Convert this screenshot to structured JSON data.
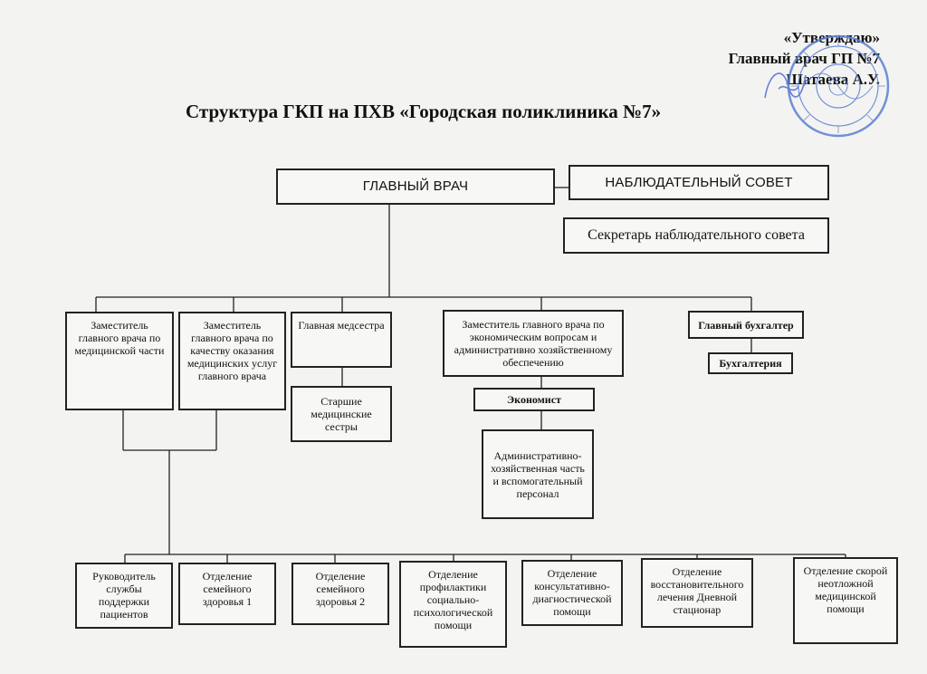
{
  "header": {
    "approve_line1": "«Утверждаю»",
    "approve_line2": "Главный врач ГП №7",
    "approve_line3": "Шатаева А.У."
  },
  "title": "Структура ГКП на ПХВ «Городская поликлиника №7»",
  "boxes": {
    "chief": "ГЛАВНЫЙ ВРАЧ",
    "board": "НАБЛЮДАТЕЛЬНЫЙ СОВЕТ",
    "secretary": "Секретарь наблюдательного совета",
    "dep_medical": "Заместитель главного врача по медицинской части",
    "dep_quality": "Заместитель главного врача по качеству оказания медицинских услуг главного врача",
    "head_nurse": "Главная медсестра",
    "senior_nurses": "Старшие медицинские сестры",
    "dep_econ": "Заместитель главного врача по экономическим вопросам и административно хозяйственному обеспечению",
    "economist": "Экономист",
    "admin_part": "Административно-хозяйственная часть и вспомогательный персонал",
    "chief_accountant": "Главный бухгалтер",
    "accounting": "Бухгалтерия"
  },
  "bottom": {
    "support_service": "Руководитель службы поддержки пациентов",
    "family_health_1": "Отделение семейного здоровья 1",
    "family_health_2": "Отделение семейного здоровья 2",
    "prevention": "Отделение профилактики социально-психологической помощи",
    "consult_diag": "Отделение консультативно-диагностической помощи",
    "rehab": "Отделение восстановительного лечения Дневной стационар",
    "emergency": "Отделение скорой неотложной медицинской помощи"
  },
  "colors": {
    "stamp_blue": "#5b7fd4",
    "line": "#222222"
  },
  "icons": {
    "stamp": "round-seal-stamp",
    "signature": "handwritten-signature"
  }
}
